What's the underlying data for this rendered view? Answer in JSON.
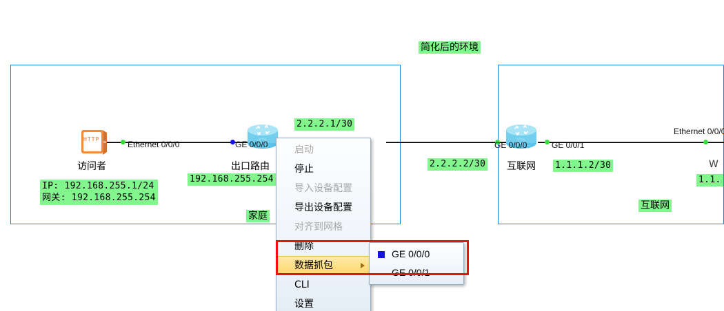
{
  "title_label": "简化后的环境",
  "zones": [
    {
      "name": "home-zone",
      "label": "家庭"
    },
    {
      "name": "internet-zone",
      "label": "互联网"
    }
  ],
  "devices": [
    {
      "id": "client",
      "caption": "访问者",
      "icon": "http-client-icon",
      "badge": "HTTP"
    },
    {
      "id": "edge-router",
      "caption": "出口路由",
      "icon": "router-icon"
    },
    {
      "id": "internet-router",
      "caption": "互联网",
      "icon": "router-icon"
    }
  ],
  "interfaces": [
    {
      "name": "client-eth",
      "label": "Ethernet 0/0/0"
    },
    {
      "name": "edge-ge000",
      "label": "GE 0/0/0"
    },
    {
      "name": "inet-ge000",
      "label": "GE 0/0/0"
    },
    {
      "name": "inet-ge001",
      "label": "GE 0/0/1"
    },
    {
      "name": "server-eth",
      "label": "Ethernet 0/0/0"
    }
  ],
  "address_labels": [
    {
      "name": "client-ip",
      "line1": "IP: 192.168.255.1/24",
      "line2": "网关: 192.168.255.254"
    },
    {
      "name": "edge-lan-ip",
      "text": "192.168.255.254"
    },
    {
      "name": "edge-wan-ip",
      "text": "2.2.2.1/30"
    },
    {
      "name": "inet-left-ip",
      "text": "2.2.2.2/30"
    },
    {
      "name": "inet-right-ip",
      "text": "1.1.1.2/30"
    },
    {
      "name": "server-ip-partial",
      "text": "1.1."
    },
    {
      "name": "home-zone-tag",
      "text": "家庭"
    },
    {
      "name": "internet-zone-tag",
      "text": "互联网"
    }
  ],
  "server_caption_partial": "W",
  "context_menu": {
    "items": [
      {
        "label": "启动",
        "disabled": true,
        "highlighted": false,
        "submenu": false
      },
      {
        "label": "停止",
        "disabled": false,
        "highlighted": false,
        "submenu": false
      },
      {
        "label": "导入设备配置",
        "disabled": true,
        "highlighted": false,
        "submenu": false
      },
      {
        "label": "导出设备配置",
        "disabled": false,
        "highlighted": false,
        "submenu": false
      },
      {
        "label": "对齐到网格",
        "disabled": true,
        "highlighted": false,
        "submenu": false
      },
      {
        "label": "删除",
        "disabled": false,
        "highlighted": false,
        "submenu": false
      },
      {
        "label": "数据抓包",
        "disabled": false,
        "highlighted": true,
        "submenu": true
      },
      {
        "label": "CLI",
        "disabled": false,
        "highlighted": false,
        "submenu": false
      },
      {
        "label": "设置",
        "disabled": false,
        "highlighted": false,
        "submenu": false
      }
    ],
    "submenu": {
      "items": [
        {
          "label": "GE 0/0/0",
          "marker": true
        },
        {
          "label": "GE 0/0/1",
          "marker": false
        }
      ]
    }
  },
  "colors": {
    "zone_border": "#1f7fe0",
    "highlight_green": "#82f58c",
    "annotation_red": "#ee1111",
    "menu_highlight": "#ffd86b",
    "capture_marker_blue": "#1313e8",
    "link_dot_green": "#3ddc3d"
  }
}
